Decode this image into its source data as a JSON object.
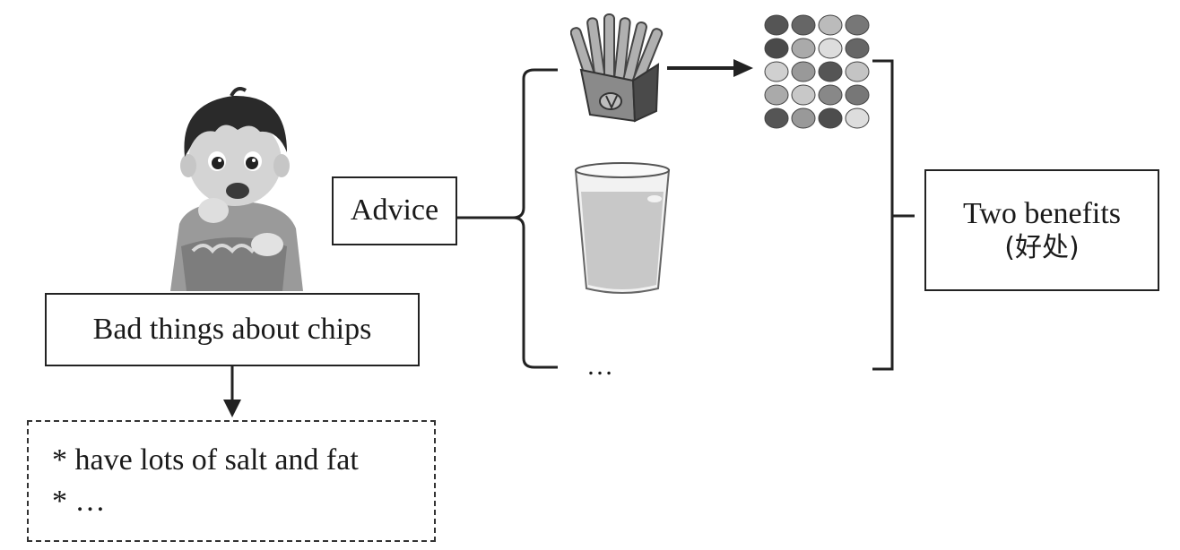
{
  "diagram": {
    "nodes": {
      "bad_things": "Bad things about chips",
      "advice": "Advice",
      "benefits_line1": "Two benefits",
      "benefits_line2": "(好处)"
    },
    "bad_things_list": [
      "* have lots of salt and fat",
      "* …"
    ],
    "advice_ellipsis": "…",
    "images": {
      "child": "child-eating-chips",
      "fries": "french-fries",
      "fruits": "fruit-grid",
      "water": "glass-of-water"
    },
    "colors": {
      "line": "#222222",
      "background": "#ffffff"
    }
  }
}
